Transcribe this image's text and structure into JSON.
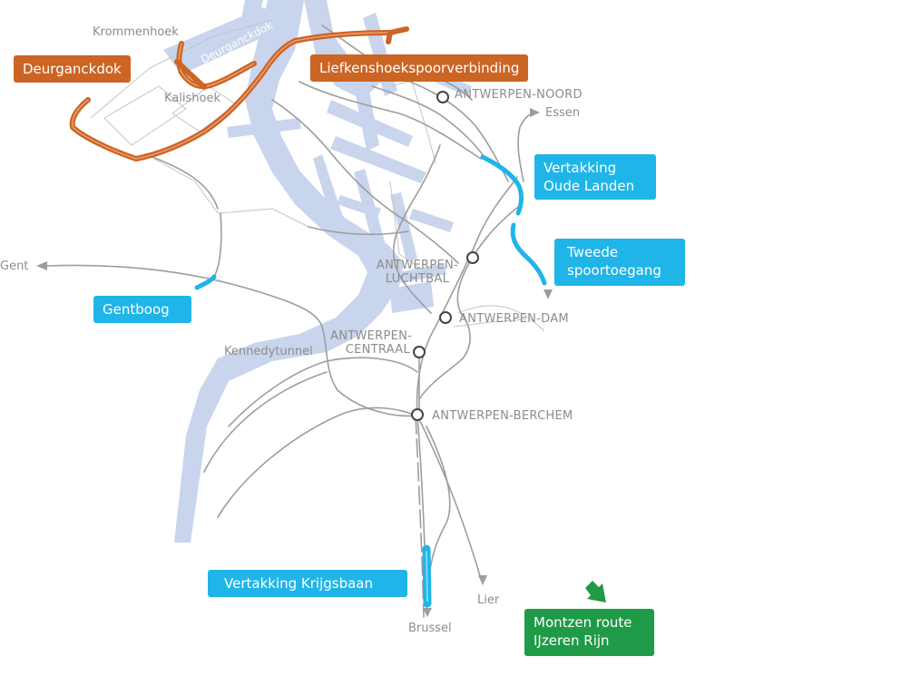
{
  "colors": {
    "water": "#c9d5ec",
    "rail": "#9d9d9d",
    "orange": "#cc6424",
    "blue": "#1fb5e8",
    "green": "#1f9b47",
    "text": "#8c8c8c"
  },
  "projects": {
    "deurganckdok": "Deurganckdok",
    "liefkenshoek": "Liefkenshoekspoorverbinding",
    "vertakking_oude_landen": "Vertakking\nOude Landen",
    "tweede_spoortoegang": "Tweede\nspoortoegang",
    "gentboog": "Gentboog",
    "vertakking_krijgsbaan": "Vertakking Krijgsbaan",
    "montzen": "Montzen route\nIJzeren Rijn"
  },
  "places": {
    "krommenhoek": "Krommenhoek",
    "kalishoek": "Kalishoek",
    "deurganckdok_water": "Deurganckdok",
    "kennedytunnel": "Kennedytunnel",
    "gent": "Gent",
    "essen": "Essen",
    "lier": "Lier",
    "brussel": "Brussel"
  },
  "stations": {
    "noord": "ANTWERPEN-NOORD",
    "luchtbal": "ANTWERPEN-\nLUCHTBAL",
    "dam": "ANTWERPEN-DAM",
    "centraal": "ANTWERPEN-\nCENTRAAL",
    "berchem": "ANTWERPEN-BERCHEM"
  }
}
